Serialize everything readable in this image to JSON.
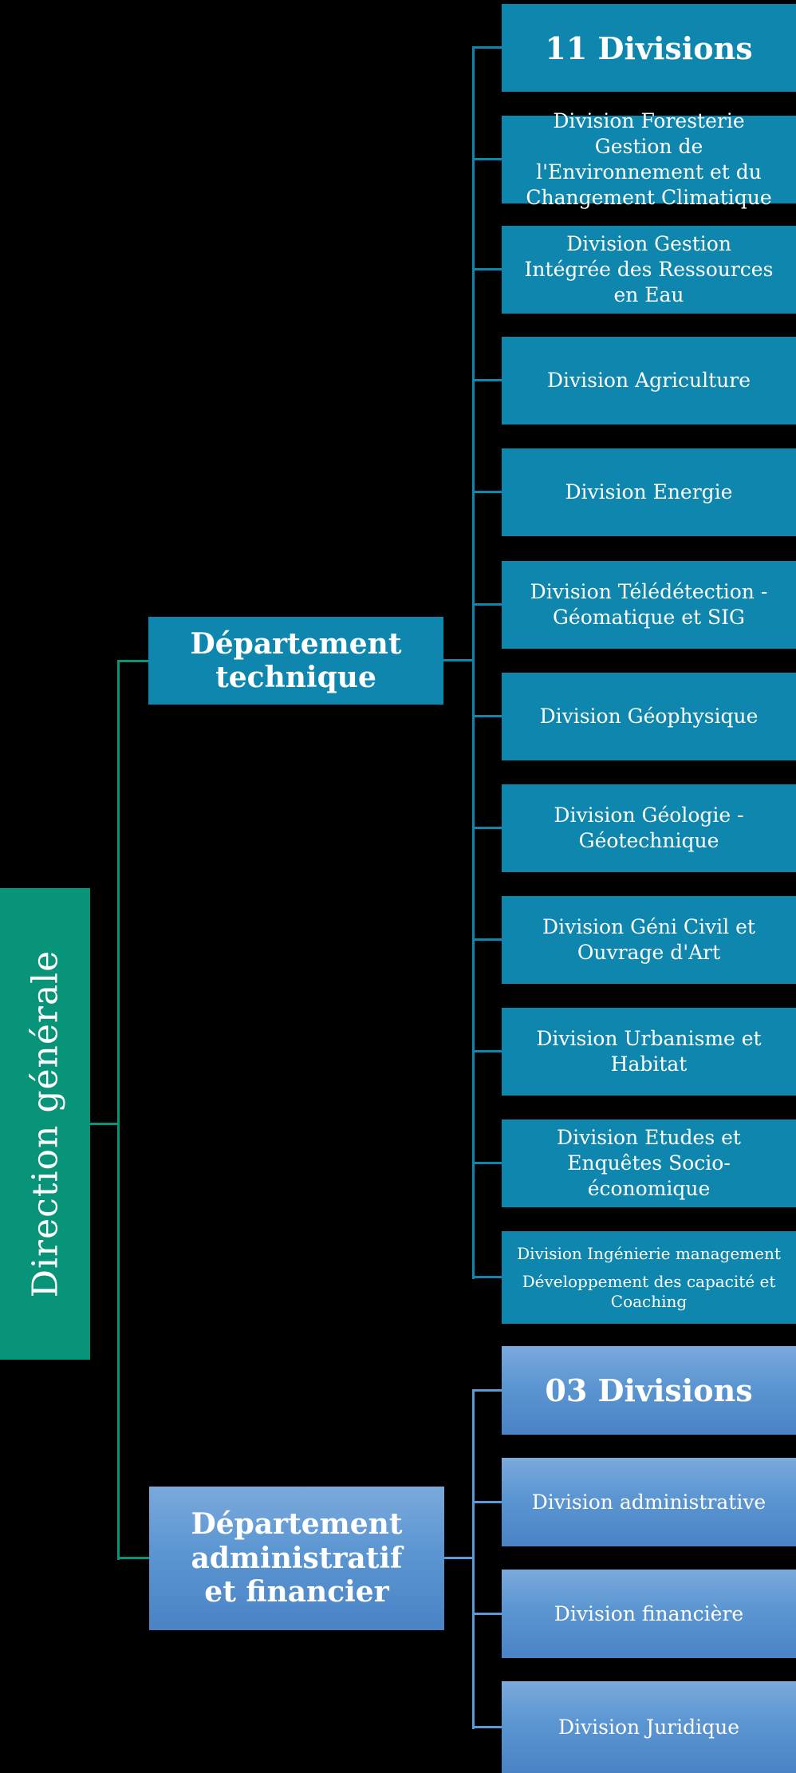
{
  "diagram": {
    "root": {
      "label": "Direction générale"
    },
    "branches": [
      {
        "department": "Département technique",
        "count_label": "11 Divisions",
        "divisions": [
          "Division Foresterie Gestion de l'Environnement et du Changement Climatique",
          "Division Gestion Intégrée des Ressources en Eau",
          "Division Agriculture",
          "Division Energie",
          "Division Télédétection - Géomatique et SIG",
          "Division Géophysique",
          "Division Géologie - Géotechnique",
          "Division Géni Civil et Ouvrage d'Art",
          "Division Urbanisme et Habitat",
          "Division Etudes et Enquêtes Socio-économique",
          {
            "lines": [
              "Division Ingénierie management",
              "Développement des capacité et Coaching"
            ]
          }
        ]
      },
      {
        "department": "Département administratif et financier",
        "count_label": "03 Divisions",
        "divisions": [
          "Division administrative",
          "Division financière",
          "Division Juridique"
        ]
      }
    ]
  },
  "colors": {
    "background": "#000000",
    "technical_branch": "#0E86AD",
    "root_green": "#089478",
    "admin_branch_line": "#5B9BD5",
    "admin_gradient_top": "#7BA9DC",
    "admin_gradient_bottom": "#4A83C5",
    "text": "#FFFFFF"
  }
}
